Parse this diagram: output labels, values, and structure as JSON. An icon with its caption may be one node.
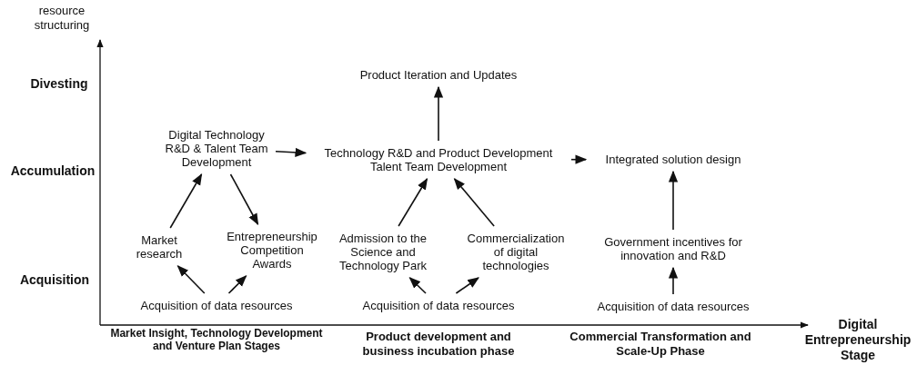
{
  "diagram": {
    "nodes": [
      {
        "text": [
          "Digital Technology R&D & Talent Team Development"
        ]
      },
      {
        "text": [
          "Market research"
        ]
      },
      {
        "text": [
          "Entrepreneurship Competition Awards"
        ]
      },
      {
        "text": [
          "Acquisition of data resources"
        ]
      },
      {
        "text": [
          "Product Iteration and Updates"
        ]
      },
      {
        "text": [
          "Technology R&D and Product Development Talent Team Development"
        ]
      },
      {
        "text": [
          "Admission to the Science and Technology Park"
        ]
      },
      {
        "text": [
          "Commercialization of digital technologies"
        ]
      },
      {
        "text": [
          "Acquisition of data resources"
        ]
      },
      {
        "text": [
          "Integrated solution design"
        ]
      },
      {
        "text": [
          "Government incentives for innovation and R&D"
        ]
      },
      {
        "text": [
          "Acquisition of data resources"
        ]
      }
    ],
    "edges": [
      {
        "from": 1,
        "to": 0,
        "arrow": "to"
      },
      {
        "from": 0,
        "to": 2,
        "arrow": "to"
      },
      {
        "from": 3,
        "to": 1,
        "arrow": "to"
      },
      {
        "from": 3,
        "to": 2,
        "arrow": "to"
      },
      {
        "from": 0,
        "to": 5,
        "arrow": "to"
      },
      {
        "from": 5,
        "to": 4,
        "arrow": "to"
      },
      {
        "from": 6,
        "to": 5,
        "arrow": "to"
      },
      {
        "from": 7,
        "to": 5,
        "arrow": "to"
      },
      {
        "from": 8,
        "to": 6,
        "arrow": "to"
      },
      {
        "from": 8,
        "to": 7,
        "arrow": "to"
      },
      {
        "from": 5,
        "to": 9,
        "arrow": "to"
      },
      {
        "from": 10,
        "to": 9,
        "arrow": "to"
      },
      {
        "from": 11,
        "to": 10,
        "arrow": "to"
      }
    ],
    "labels": [
      "resource structuring",
      "Divesting",
      "Accumulation",
      "Acquisition",
      "Market Insight, Technology Development and Venture Plan Stages",
      "Product development and business incubation phase",
      "Commercial Transformation and Scale-Up Phase",
      "Digital Entrepreneurship Stage"
    ]
  }
}
